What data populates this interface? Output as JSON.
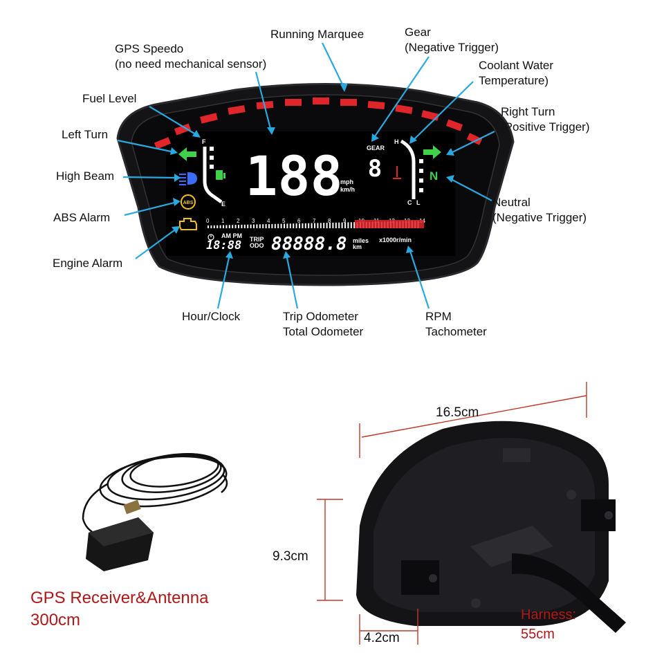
{
  "callouts": {
    "running_marquee": "Running Marquee",
    "gps_speedo": [
      "GPS Speedo",
      "(no need mechanical sensor)"
    ],
    "gear": [
      "Gear",
      "(Negative Trigger)"
    ],
    "coolant": [
      "Coolant Water",
      "Temperature)"
    ],
    "fuel_level": "Fuel Level",
    "left_turn": "Left Turn",
    "right_turn": [
      "Right Turn",
      "(Positive Trigger)"
    ],
    "high_beam": "High Beam",
    "abs_alarm": "ABS Alarm",
    "neutral": [
      "Neutral",
      "(Negative Trigger)"
    ],
    "engine_alarm": "Engine Alarm",
    "hour_clock": "Hour/Clock",
    "odometer": [
      "Trip Odometer",
      "Total Odometer"
    ],
    "rpm": [
      "RPM",
      "Tachometer"
    ]
  },
  "display": {
    "speed": "188",
    "speed_units": [
      "mph",
      "km/h"
    ],
    "gear_label": "GEAR",
    "gear_value": "8",
    "fuel_f": "F",
    "fuel_e": "E",
    "temp_h": "H",
    "temp_c": "C",
    "temp_l": "L",
    "neutral": "N",
    "abs": "ABS",
    "clock": "18:88",
    "am_pm": "AM PM",
    "trip": "TRIP",
    "odo": "ODO",
    "odometer_value": "88888.8",
    "odo_units": [
      "miles",
      "km"
    ],
    "rpm_unit": "x1000r/min",
    "rpm_ticks": [
      "0",
      "1",
      "2",
      "3",
      "4",
      "5",
      "6",
      "7",
      "8",
      "9",
      "10",
      "11",
      "12",
      "13",
      "14"
    ]
  },
  "accessories": {
    "gps_title": "GPS Receiver&Antenna",
    "gps_length": "300cm",
    "width_dim": "16.5cm",
    "height_dim": "9.3cm",
    "depth_dim": "4.2cm",
    "harness_title": "Harness:",
    "harness_length": "55cm"
  },
  "colors": {
    "marquee_red": "#e0262a",
    "tach_red": "#e0262a",
    "indicator_green": "#3fd14a",
    "high_beam_blue": "#3b6cff",
    "warning_yellow": "#f2c500",
    "callout_blue": "#2aa9e0",
    "caption_red": "#b01818"
  }
}
